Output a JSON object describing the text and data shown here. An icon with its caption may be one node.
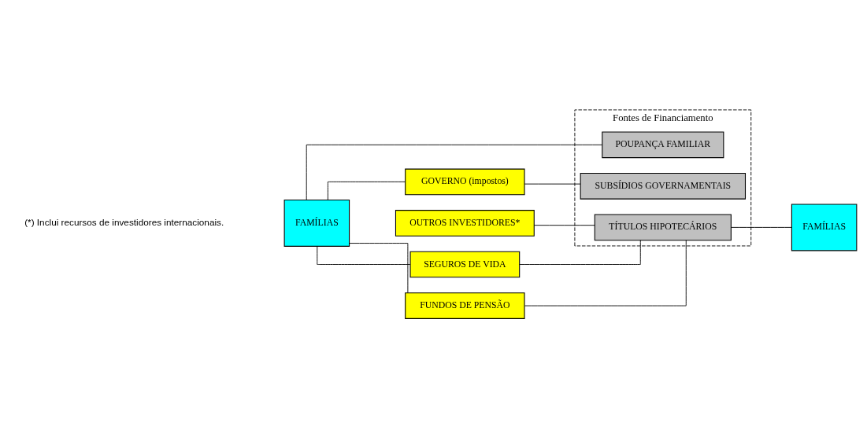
{
  "diagram": {
    "caption": "(*) Inclui recursos de investidores internacionais.",
    "nodes": [
      {
        "text": [
          "FAMÍLIAS"
        ]
      },
      {
        "text": [
          "GOVERNO (impostos)"
        ]
      },
      {
        "text": [
          "SEGUROS DE VIDA"
        ]
      },
      {
        "text": [
          "FUNDOS DE PENSÃO"
        ]
      },
      {
        "text": [
          "OUTROS INVESTIDORES*"
        ]
      },
      {
        "text": [
          "Fontes de Financiamento"
        ]
      },
      {
        "text": [
          "SUBSÍDIOS GOVERNAMENTAIS"
        ],
        "in": 5
      },
      {
        "text": [
          "TÍTULOS HIPOTECÁRIOS"
        ],
        "in": 5
      },
      {
        "text": [
          "POUPANÇA FAMILIAR"
        ],
        "in": 5
      },
      {
        "text": [
          "FAMÍLIAS"
        ]
      }
    ],
    "edges": [
      {
        "from": 0,
        "to": 1,
        "arrow": "none"
      },
      {
        "from": 0,
        "to": 2,
        "arrow": "none"
      },
      {
        "from": 0,
        "to": 3,
        "arrow": "none"
      },
      {
        "from": 1,
        "to": 6,
        "arrow": "none"
      },
      {
        "from": 2,
        "to": 7,
        "arrow": "none"
      },
      {
        "from": 3,
        "to": 7,
        "arrow": "none"
      },
      {
        "from": 4,
        "to": 7,
        "arrow": "none"
      },
      {
        "from": 7,
        "to": 9,
        "arrow": "none"
      },
      {
        "from": 0,
        "to": 8,
        "arrow": "none"
      }
    ]
  }
}
